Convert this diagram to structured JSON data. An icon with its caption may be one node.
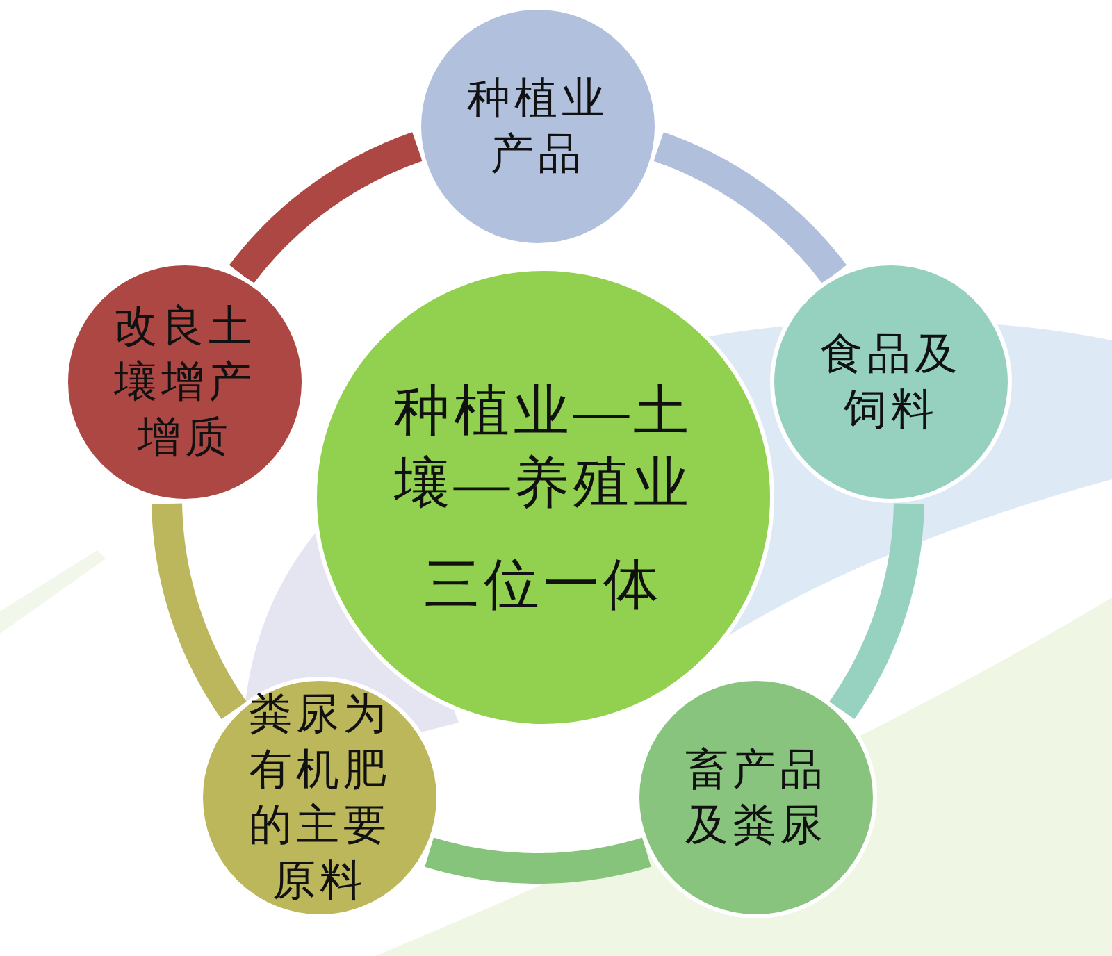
{
  "diagram": {
    "nodes": [
      {
        "text": [
          "种植业—土壤—养殖业",
          "三位一体"
        ]
      },
      {
        "text": [
          "种植业产品"
        ]
      },
      {
        "text": [
          "食品及饲料"
        ]
      },
      {
        "text": [
          "畜产品及粪尿"
        ]
      },
      {
        "text": [
          "粪尿为有机肥的主要原料"
        ]
      },
      {
        "text": [
          "改良土壤增产增质"
        ]
      }
    ],
    "edges": [
      {
        "from": 1,
        "to": 2,
        "arrow": "none",
        "color": "#b0bfdc"
      },
      {
        "from": 2,
        "to": 3,
        "arrow": "none",
        "color": "#97d2c1"
      },
      {
        "from": 3,
        "to": 4,
        "arrow": "none",
        "color": "#86c47b"
      },
      {
        "from": 4,
        "to": 5,
        "arrow": "none",
        "color": "#bcb75c"
      },
      {
        "from": 5,
        "to": 1,
        "arrow": "none",
        "color": "#ac4744"
      }
    ]
  }
}
